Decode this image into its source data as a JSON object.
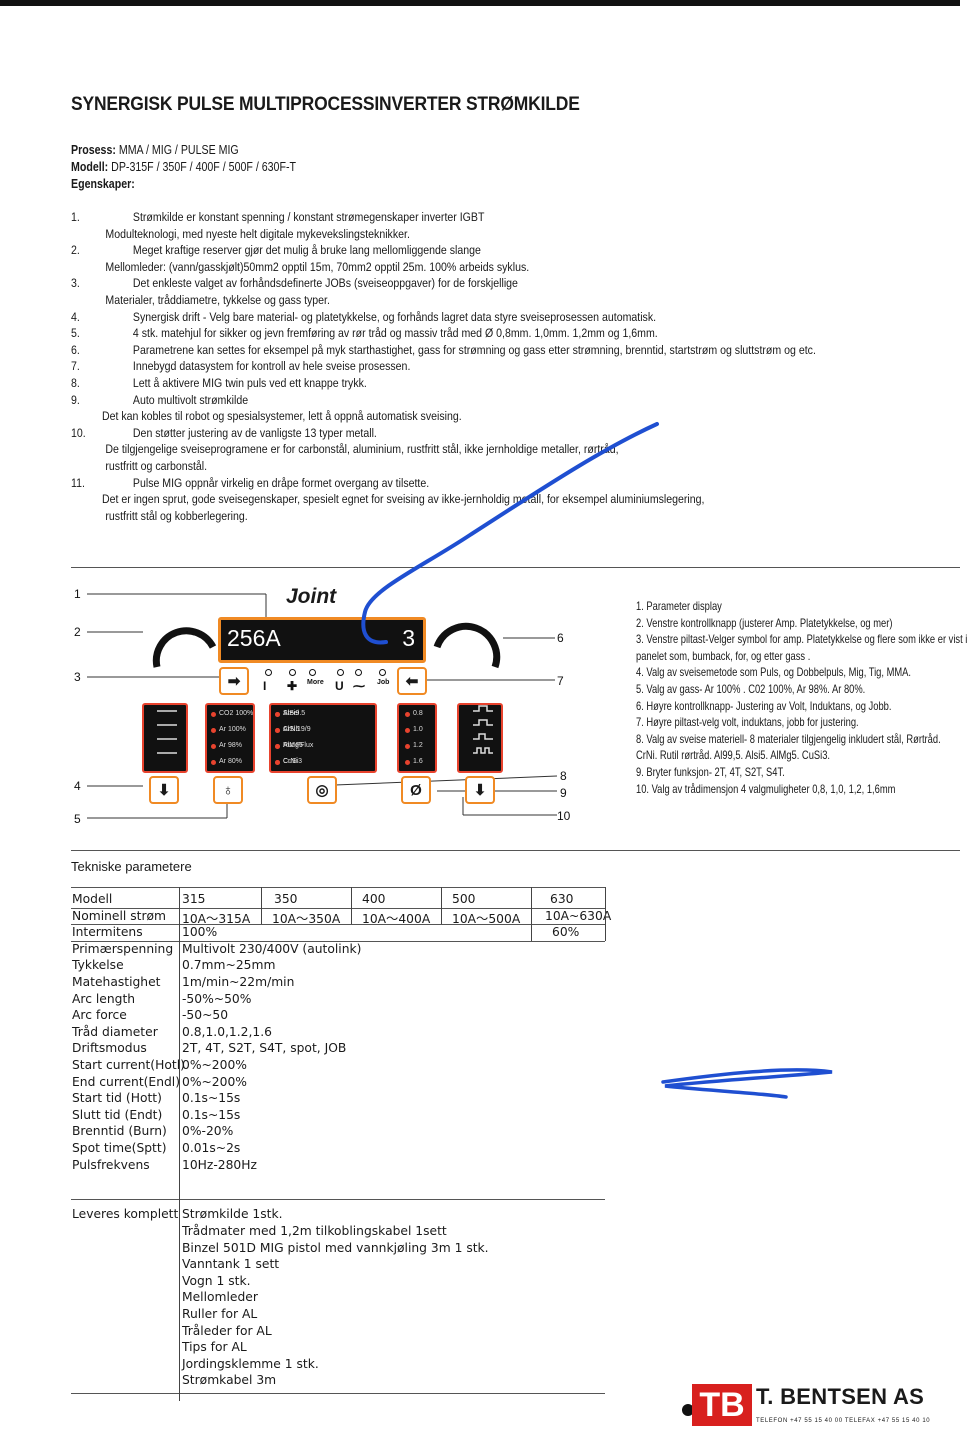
{
  "title": "SYNERGISK PULSE MULTIPROCESSINVERTER STRØMKILDE",
  "meta": {
    "process_label": "Prosess:",
    "process_value": " MMA / MIG / PULSE MIG",
    "model_label": "Modell:",
    "model_value": " DP-315F / 350F / 400F / 500F / 630F-T",
    "features_label": "Egenskaper:"
  },
  "features": [
    {
      "n": "1.",
      "t": "Strømkilde er konstant spenning / konstant strømegenskaper inverter IGBT"
    },
    {
      "c": "Modulteknologi, med nyeste helt digitale mykevekslingsteknikker."
    },
    {
      "n": "2.",
      "t": "Meget kraftige reserver gjør det mulig å bruke lang mellomliggende slange"
    },
    {
      "c": "Mellomleder: (vann/gasskjølt)50mm2 opptil 15m, 70mm2 opptil 25m. 100% arbeids syklus."
    },
    {
      "n": "3.",
      "t": "Det enkleste valget av forhåndsdefinerte JOBs (sveiseoppgaver) for de forskjellige"
    },
    {
      "c": "Materialer, tråddiametre, tykkelse og gass typer."
    },
    {
      "n": "4.",
      "t": "Synergisk drift - Velg bare material- og platetykkelse, og forhånds lagret data styre sveiseprosessen automatisk."
    },
    {
      "n": "5.",
      "t": "4 stk. matehjul for sikker og jevn fremføring av rør tråd og massiv tråd med Ø 0,8mm. 1,0mm. 1,2mm og 1,6mm."
    },
    {
      "n": "6.",
      "t": "Parametrene kan settes for eksempel på myk starthastighet, gass for strømning og gass etter strømning, brenntid, startstrøm og sluttstrøm og etc."
    },
    {
      "n": "7.",
      "t": "Innebygd datasystem for kontroll av hele sveise prosessen."
    },
    {
      "n": "8.",
      "t": "Lett å aktivere MIG twin puls ved ett knappe trykk."
    },
    {
      "n": "9.",
      "t": "Auto multivolt strømkilde"
    },
    {
      "c2": "Det kan kobles til robot og spesialsystemer, lett å oppnå automatisk sveising."
    },
    {
      "n": "10.",
      "t": "Den støtter justering av de vanligste 13 typer metall."
    },
    {
      "c": "De tilgjengelige sveiseprogramene er for carbonstål, aluminium, rustfritt stål, ikke jernholdige metaller, rørtråd,"
    },
    {
      "c": "rustfritt og carbonstål."
    },
    {
      "n": "11.",
      "t": "Pulse MIG oppnår virkelig en  dråpe formet overgang av tilsette."
    },
    {
      "c2": "Det er ingen sprut, gode sveisegenskaper, spesielt egnet for sveising av ikke-jernholdig metall, for eksempel aluminiumslegering,"
    },
    {
      "c": "rustfritt stål og kobberlegering."
    }
  ],
  "panel": {
    "joint": "Joint",
    "display_left": "256A",
    "display_right": "3",
    "indicators": [
      "I",
      "✚",
      "More",
      "U",
      "⁓",
      "Job"
    ],
    "callouts": [
      "1",
      "2",
      "3",
      "4",
      "5",
      "6",
      "7",
      "8",
      "9",
      "10"
    ],
    "gas": [
      "CO2 100%",
      "Ar 100%",
      "Ar 98%",
      "Ar 80%"
    ],
    "materials_a": [
      "Steel",
      "CrNi19/9",
      "Rut FFlux",
      "CrNi"
    ],
    "materials_b": [
      "AlSi9.5",
      "AlSi5",
      "AlMg5",
      "CuSi3"
    ],
    "wire": [
      "0.8",
      "1.0",
      "1.2",
      "1.6"
    ]
  },
  "legend": [
    "1. Parameter display",
    "2. Venstre kontrollknapp (justerer Amp. Platetykkelse, og mer)",
    "3. Venstre piltast-Velger symbol for amp. Platetykkelse og flere som ikke er vist i",
    "panelet som, bumback, for, og etter gass .",
    "4. Valg av sveisemetode som Puls, og Dobbelpuls, Mig, Tig, MMA.",
    "5. Valg av gass- Ar 100% . C02 100%, Ar 98%. Ar 80%.",
    "6. Høyre kontrollknapp- Justering av Volt, Induktans, og Jobb.",
    "7. Høyre piltast-velg volt, induktans, jobb for justering.",
    "8. Valg av sveise materiell- 8 materialer tilgjengelig inkludert stål, Rørtråd.",
    "CrNi. Rutil rørtråd. Al99,5. Alsi5. AlMg5. CuSi3.",
    "9. Bryter funksjon- 2T, 4T, S2T, S4T.",
    "10. Valg av trådimensjon 4 valgmuligheter 0,8, 1,0, 1,2, 1,6mm"
  ],
  "tech_title": "Tekniske parametere",
  "table": {
    "header": [
      "Modell",
      "315",
      "350",
      "400",
      "500",
      "630"
    ],
    "current": [
      "Nominell strøm",
      "10A～315A",
      "10A～350A",
      "10A～400A",
      "10A～500A",
      "10A~630A"
    ],
    "duty": [
      "Intermitens",
      "100%",
      "60%"
    ],
    "rows": [
      [
        "Primærspenning",
        "Multivolt 230/400V (autolink)"
      ],
      [
        "Tykkelse",
        "0.7mm~25mm"
      ],
      [
        "Matehastighet",
        "1m/min~22m/min"
      ],
      [
        "Arc length",
        "-50%~50%"
      ],
      [
        "Arc force",
        "-50~50"
      ],
      [
        "Tråd diameter",
        "0.8,1.0,1.2,1.6"
      ],
      [
        "Driftsmodus",
        "2T, 4T, S2T, S4T, spot, JOB"
      ],
      [
        "Start current(Hotl)",
        "0%~200%"
      ],
      [
        "End current(Endl)",
        "0%~200%"
      ],
      [
        "Start tid (Hott)",
        "0.1s~15s"
      ],
      [
        "Slutt tid (Endt)",
        "0.1s~15s"
      ],
      [
        "Brenntid (Burn)",
        "0%-20%"
      ],
      [
        "Spot time(Sptt)",
        "0.01s~2s"
      ],
      [
        "Pulsfrekvens",
        "10Hz-280Hz"
      ]
    ],
    "delivery_label": "Leveres komplett",
    "delivery": [
      "Strømkilde 1stk.",
      "Trådmater med 1,2m tilkoblingskabel 1sett",
      "Binzel 501D MIG pistol med vannkjøling 3m 1 stk.",
      "Vanntank 1 sett",
      " Vogn 1 stk.",
      "Mellomleder",
      "Ruller for AL",
      "Tråleder for AL",
      "Tips for AL",
      "Jordingsklemme 1 stk.",
      "Strømkabel 3m"
    ]
  },
  "logo": {
    "mark": "TB",
    "name": "T. BENTSEN AS",
    "sub": "TELEFON +47 55 15 40 00  TELEFAX +47 55 15 40 10"
  },
  "colors": {
    "accent": "#f08a24",
    "led": "#e8432e",
    "ink": "#1f4fd1",
    "logo": "#d8201e"
  }
}
